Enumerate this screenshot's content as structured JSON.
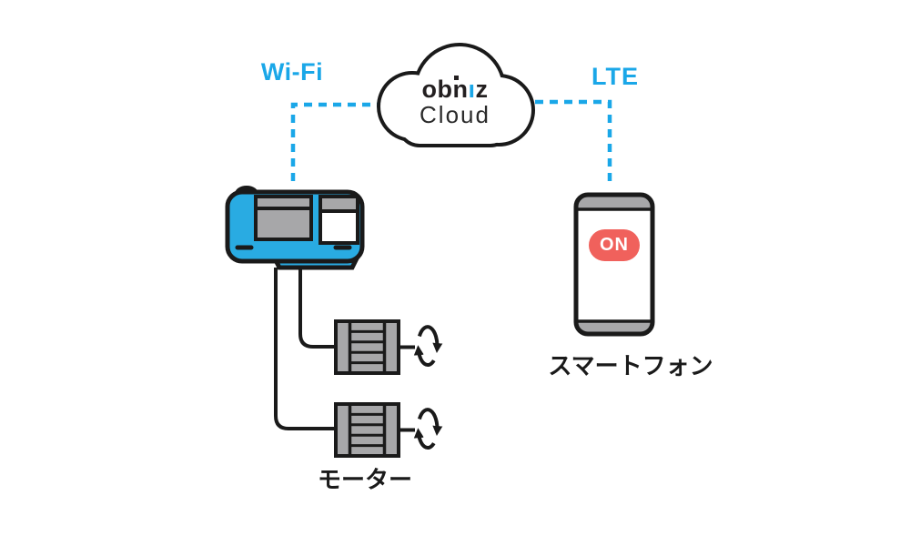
{
  "colors": {
    "accent_blue": "#1aa7e8",
    "device_blue": "#29abe2",
    "ink": "#1a1a1a",
    "panel_gray": "#a7a7a9",
    "button_red": "#f0615c"
  },
  "cloud": {
    "logo_word": "obniz",
    "logo_parts": {
      "ob": "ob",
      "n": "n",
      "i": "ı",
      "z": "z"
    },
    "label": "Cloud"
  },
  "connections": {
    "wifi_label": "Wi-Fi",
    "lte_label": "LTE"
  },
  "phone": {
    "button_label": "ON",
    "caption": "スマートフォン"
  },
  "motor": {
    "caption": "モーター"
  }
}
